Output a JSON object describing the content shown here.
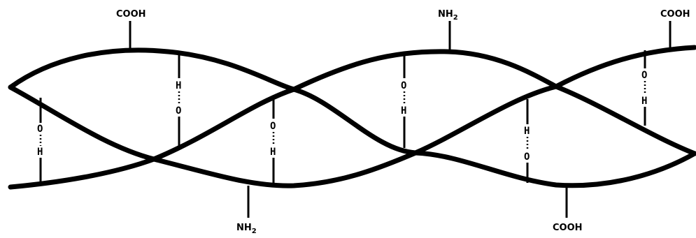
{
  "groups": {
    "top_1": "COOH",
    "top_2": "NH",
    "top_2_sub": "2",
    "top_3": "COOH",
    "bottom_1": "NH",
    "bottom_1_sub": "2",
    "bottom_2": "COOH"
  },
  "atoms": {
    "O": "O",
    "H": "H"
  }
}
